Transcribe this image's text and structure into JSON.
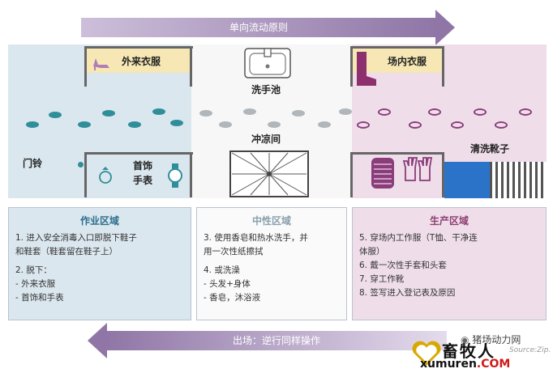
{
  "colors": {
    "arrow": "#8f76a6",
    "work_zone": "#dbe7ee",
    "neutral_zone": "#f5f5f5",
    "production_zone": "#efdeea",
    "work_title": "#2d6e8e",
    "neutral_title": "#8aa0ad",
    "production_title": "#8e3e73",
    "footprint_blue": "#2f8e9a",
    "footprint_gray": "#b0b6ba",
    "footprint_purple": "#8a3d7a",
    "shoe_wash_blue": "#2b72c9"
  },
  "top_arrow": {
    "label": "单向流动原则"
  },
  "bottom_arrow": {
    "label": "出场：逆行同样操作"
  },
  "labels": {
    "outside_clothes": "外来衣服",
    "inside_clothes": "场内衣服",
    "sink": "洗手池",
    "shower": "冲凉间",
    "doorbell": "门铃",
    "jewelry_line1": "首饰",
    "jewelry_line2": "手表",
    "boot_wash": "清洗靴子"
  },
  "panels": {
    "work": {
      "title": "作业区域",
      "lines": [
        "1. 进入安全消毒入口即脱下鞋子",
        "   和鞋套（鞋套留在鞋子上）",
        "",
        "2. 脱下：",
        "-  外来衣服",
        "-  首饰和手表"
      ]
    },
    "neutral": {
      "title": "中性区域",
      "lines": [
        "3. 使用香皂和热水洗手，并",
        "   用一次性纸擦拭",
        "",
        "4. 或洗澡",
        "-  头发+身体",
        "-  香皂，沐浴液"
      ]
    },
    "production": {
      "title": "生产区域",
      "lines": [
        "5. 穿场内工作服（T恤、干净连",
        "   体服）",
        "6. 戴一次性手套和头套",
        "7. 穿工作靴",
        "8. 签写进入登记表及原因"
      ]
    }
  },
  "watermark": {
    "wechat": "猪场动力网",
    "brand": "畜牧人",
    "domain": "xumuren",
    "tld": ".COM",
    "source": "Source:Zip."
  }
}
